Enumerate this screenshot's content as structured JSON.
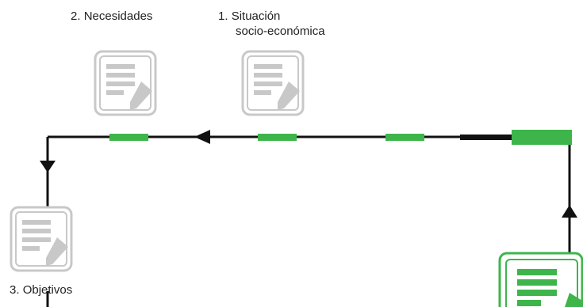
{
  "diagram": {
    "steps": [
      {
        "number": "1.",
        "title_line1": "Situación",
        "title_line2": "socio-económica"
      },
      {
        "number": "2.",
        "title_line1": "Necesidades"
      },
      {
        "number": "3.",
        "title_line1": "Objetivos"
      }
    ],
    "colors": {
      "line": "#111111",
      "accent": "#3db54a",
      "icon_gray": "#c8c8c8",
      "icon_green": "#3db54a"
    },
    "icons": [
      "document-edit-icon",
      "document-edit-icon",
      "document-edit-icon",
      "document-edit-icon-active"
    ]
  }
}
